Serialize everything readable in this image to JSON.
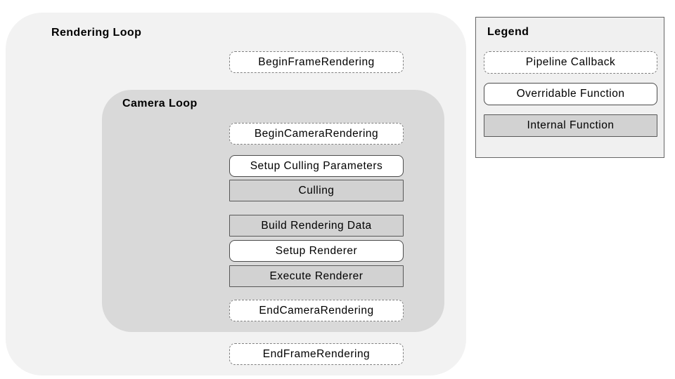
{
  "rendering_loop": {
    "label": "Rendering Loop"
  },
  "camera_loop": {
    "label": "Camera Loop"
  },
  "nodes": [
    {
      "id": "begin-frame-rendering",
      "label": "BeginFrameRendering",
      "type": "callback"
    },
    {
      "id": "begin-camera-rendering",
      "label": "BeginCameraRendering",
      "type": "callback"
    },
    {
      "id": "setup-culling-parameters",
      "label": "Setup Culling Parameters",
      "type": "overridable"
    },
    {
      "id": "culling",
      "label": "Culling",
      "type": "internal"
    },
    {
      "id": "build-rendering-data",
      "label": "Build Rendering Data",
      "type": "internal"
    },
    {
      "id": "setup-renderer",
      "label": "Setup Renderer",
      "type": "overridable"
    },
    {
      "id": "execute-renderer",
      "label": "Execute Renderer",
      "type": "internal"
    },
    {
      "id": "end-camera-rendering",
      "label": "EndCameraRendering",
      "type": "callback"
    },
    {
      "id": "end-frame-rendering",
      "label": "EndFrameRendering",
      "type": "callback"
    }
  ],
  "legend": {
    "title": "Legend",
    "items": [
      {
        "label": "Pipeline Callback",
        "type": "callback"
      },
      {
        "label": "Overridable Function",
        "type": "overridable"
      },
      {
        "label": "Internal Function",
        "type": "internal"
      }
    ]
  },
  "colors": {
    "page_bg": "#ffffff",
    "rendering_loop_bg": "#f2f2f2",
    "camera_loop_bg": "#d9d9d9",
    "internal_box_bg": "#d2d2d2",
    "white_box_bg": "#ffffff",
    "solid_border": "#4c4c4c",
    "dashed_border": "#7f7f7f",
    "internal_border": "#585858",
    "legend_bg": "#f0f0f0",
    "legend_border": "#666666",
    "text": "#000000"
  }
}
